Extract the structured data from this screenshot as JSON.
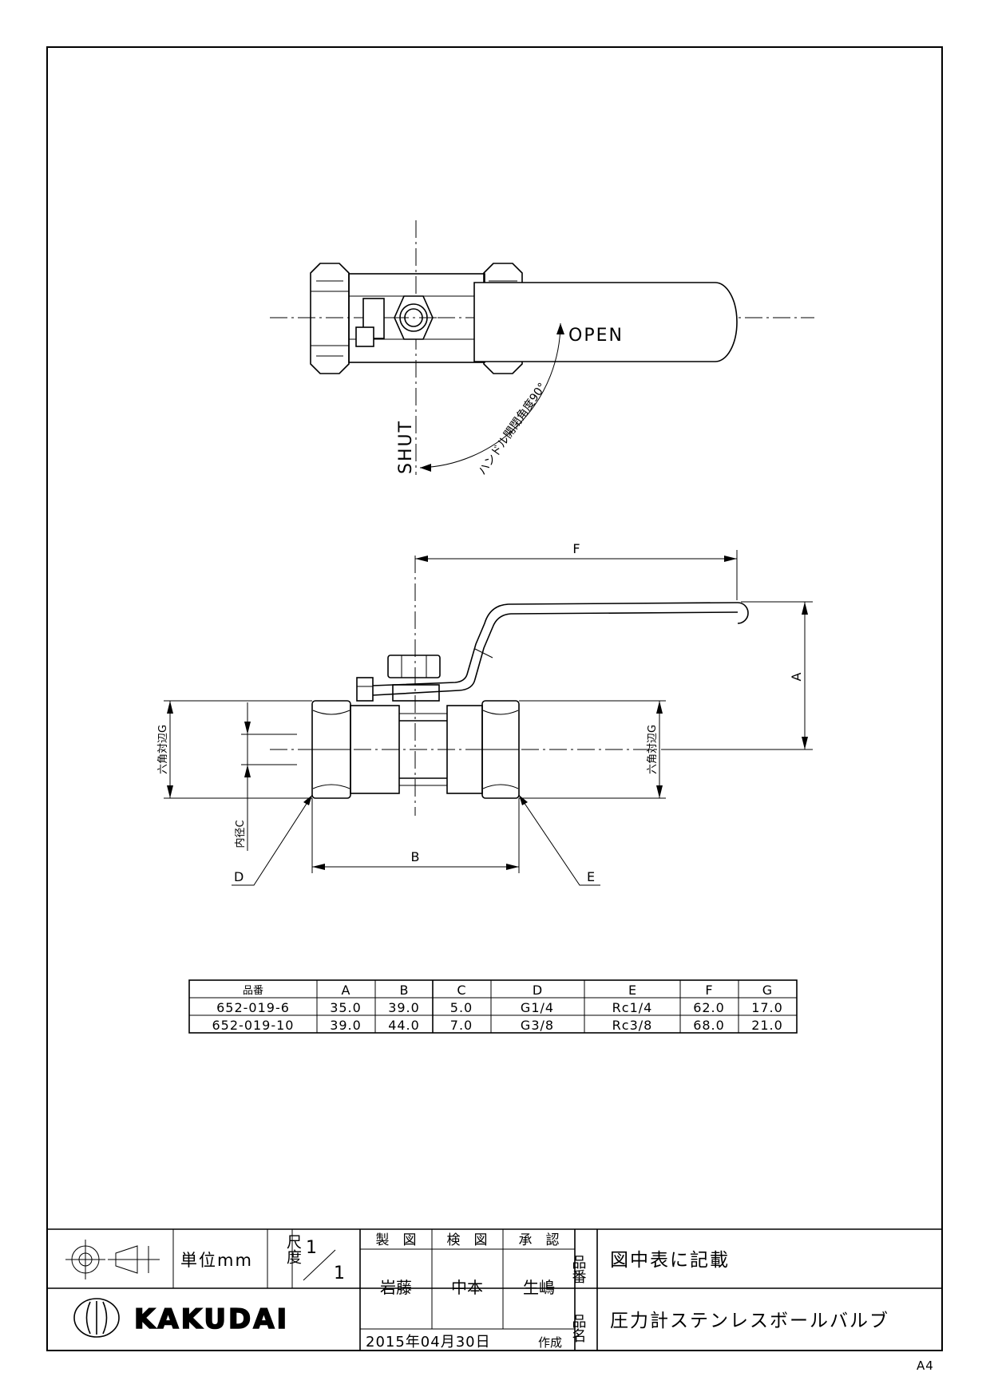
{
  "top_view": {
    "open_label": "OPEN",
    "shut_label": "SHUT",
    "angle_label": "ハンドル開閉角度90°"
  },
  "front_view": {
    "dim_a": "A",
    "dim_b": "B",
    "dim_f": "F",
    "dim_d": "D",
    "dim_e": "E",
    "hex_left": "六角対辺G",
    "hex_right": "六角対辺G",
    "inner_dia": "内径C"
  },
  "spec_table": {
    "headers": [
      "品番",
      "A",
      "B",
      "C",
      "D",
      "E",
      "F",
      "G"
    ],
    "rows": [
      [
        "652-019-6",
        "35.0",
        "39.0",
        "5.0",
        "G1/4",
        "Rc1/4",
        "62.0",
        "17.0"
      ],
      [
        "652-019-10",
        "39.0",
        "44.0",
        "7.0",
        "G3/8",
        "Rc3/8",
        "68.0",
        "21.0"
      ]
    ]
  },
  "title_block": {
    "unit_label": "単位mm",
    "scale_label": "尺度",
    "scale_num": "1",
    "scale_den": "1",
    "drawn_label": "製　図",
    "checked_label": "検　図",
    "approved_label": "承　認",
    "drawn_by": "岩藤",
    "checked_by": "中本",
    "approved_by": "生嶋",
    "date": "2015年04月30日",
    "date_suffix": "作成",
    "part_no_label": "品番",
    "part_no": "図中表に記載",
    "part_name_label": "品名",
    "part_name": "圧力計ステンレスボールバルブ",
    "brand": "KAKUDAI",
    "paper_size": "A4"
  }
}
